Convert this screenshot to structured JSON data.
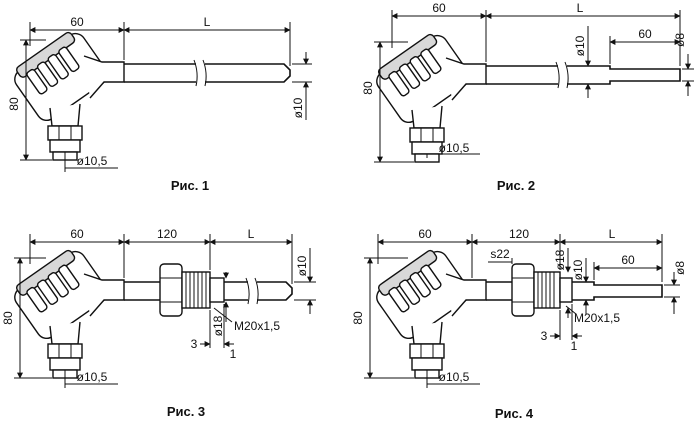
{
  "figures": [
    {
      "caption": "Рис. 1",
      "dims": {
        "width": "60",
        "length": "L",
        "height": "80",
        "probe_dia": "ø10",
        "gland_dia": "ø10,5"
      }
    },
    {
      "caption": "Рис. 2",
      "dims": {
        "width": "60",
        "length": "L",
        "height": "80",
        "probe_dia": "ø10",
        "tip_len": "60",
        "tip_dia": "ø8",
        "gland_dia": "ø10,5"
      }
    },
    {
      "caption": "Рис. 3",
      "dims": {
        "width": "60",
        "fitting_len": "120",
        "length": "L",
        "height": "80",
        "probe_dia": "ø10",
        "collar_dia": "ø18",
        "thread": "M20x1,5",
        "gap_a": "3",
        "gap_b": "1",
        "gland_dia": "ø10,5"
      }
    },
    {
      "caption": "Рис. 4",
      "dims": {
        "width": "60",
        "fitting_len": "120",
        "length": "L",
        "height": "80",
        "wrench": "s22",
        "collar_dia": "ø18",
        "probe_dia": "ø10",
        "tip_len": "60",
        "tip_dia": "ø8",
        "thread": "M20x1,5",
        "gap_a": "3",
        "gap_b": "1",
        "gland_dia": "ø10,5"
      }
    }
  ]
}
